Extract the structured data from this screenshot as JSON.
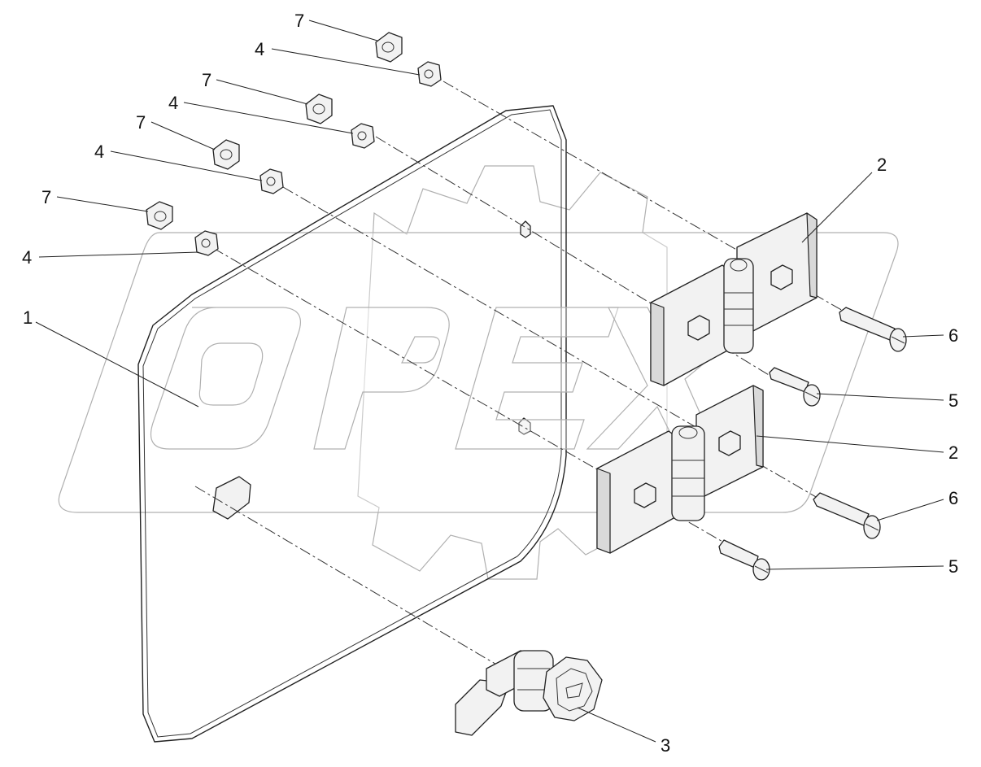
{
  "watermark": {
    "text": "OPEX"
  },
  "callouts": [
    {
      "id": "nut-top",
      "label": "7"
    },
    {
      "id": "washer-top",
      "label": "4"
    },
    {
      "id": "nut-2",
      "label": "7"
    },
    {
      "id": "washer-2",
      "label": "4"
    },
    {
      "id": "nut-3",
      "label": "7"
    },
    {
      "id": "washer-3",
      "label": "4"
    },
    {
      "id": "nut-4",
      "label": "7"
    },
    {
      "id": "washer-4",
      "label": "4"
    },
    {
      "id": "door-panel",
      "label": "1"
    },
    {
      "id": "hinge-upper",
      "label": "2"
    },
    {
      "id": "screw-long-upper",
      "label": "6"
    },
    {
      "id": "screw-short-upper",
      "label": "5"
    },
    {
      "id": "hinge-lower",
      "label": "2"
    },
    {
      "id": "screw-long-lower",
      "label": "6"
    },
    {
      "id": "screw-short-lower",
      "label": "5"
    },
    {
      "id": "cam-lock",
      "label": "3"
    }
  ]
}
